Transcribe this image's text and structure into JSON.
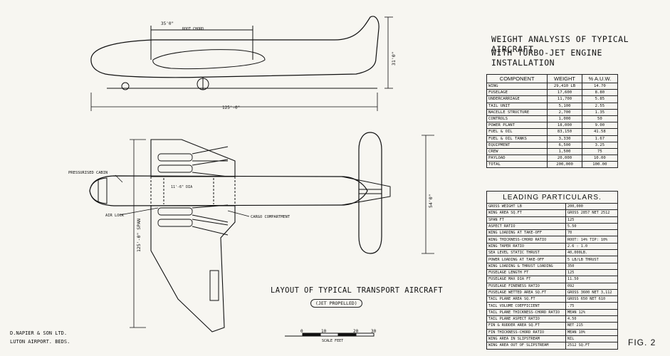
{
  "weight_analysis": {
    "title_line1": "WEIGHT ANALYSIS OF TYPICAL AIRCRAFT",
    "title_line2": "WITH TURBO-JET ENGINE INSTALLATION",
    "headers": [
      "COMPONENT",
      "WEIGHT",
      "% A.U.W."
    ],
    "rows": [
      [
        "WING",
        "29,410 LB",
        "14.70"
      ],
      [
        "FUSELAGE",
        "17,600",
        "8.80"
      ],
      [
        "UNDERCARRIAGE",
        "11,700",
        "5.85"
      ],
      [
        "TAIL UNIT",
        "5,100",
        "2.55"
      ],
      [
        "NACELLE STRUCTURE",
        "2,700",
        "1.35"
      ],
      [
        "CONTROLS",
        "1,000",
        "50"
      ],
      [
        "POWER PLANT",
        "18,000",
        "9.00"
      ],
      [
        "FUEL & OIL",
        "83,150",
        "41.58"
      ],
      [
        "FUEL & OIL TANKS",
        "3,330",
        "1.67"
      ],
      [
        "EQUIPMENT",
        "6,500",
        "3.25"
      ],
      [
        "CREW",
        "1,500",
        "75"
      ],
      [
        "PAYLOAD",
        "20,000",
        "10.00"
      ],
      [
        "TOTAL",
        "200,000",
        "100.00"
      ]
    ]
  },
  "leading_particulars": {
    "title": "LEADING PARTICULARS.",
    "rows": [
      [
        "GROSS WEIGHT LB",
        "200,000"
      ],
      [
        "WING AREA SQ.FT",
        "GROSS 2857  NET 2512"
      ],
      [
        "SPAN FT",
        "125"
      ],
      [
        "ASPECT RATIO",
        "5.50"
      ],
      [
        "WING LOADING AT TAKE-OFF",
        "70"
      ],
      [
        "WING THICKNESS-CHORD RATIO",
        "ROOT: 14% TIP: 10%"
      ],
      [
        "WING TAPER RATIO",
        "2.6 : 1.0"
      ],
      [
        "SEA LEVEL STATIC THRUST",
        "40,000LB."
      ],
      [
        "POWER LOADING AT TAKE-OFF",
        "5 LB/LB THRUST"
      ],
      [
        "WING LOADING & THRUST LOADING",
        "350"
      ],
      [
        "FUSELAGE LENGTH FT",
        "125"
      ],
      [
        "FUSELAGE MAX DIA FT",
        "11.50"
      ],
      [
        "FUSELAGE FINENESS RATIO",
        "092"
      ],
      [
        "FUSELAGE WETTED AREA SQ.FT",
        "GROSS 3600  NET 3,112"
      ],
      [
        "TAIL PLANE AREA SQ.FT",
        "GROSS 650  NET 610"
      ],
      [
        "TAIL VOLUME COEFFICIENT",
        ".75"
      ],
      [
        "TAIL PLANE THICKNESS-CHORD RATIO",
        "MEAN 12%"
      ],
      [
        "TAIL PLANE ASPECT RATIO",
        "4.50"
      ],
      [
        "FIN & RUDDER AREA SQ.FT",
        "NET  215"
      ],
      [
        "FIN THICKNESS-CHORD RATIO",
        "MEAN 10%"
      ],
      [
        "WING AREA IN SLIPSTREAM",
        "NIL"
      ],
      [
        "WING AREA OUT OF SLIPSTREAM",
        "2512 SQ.FT"
      ]
    ]
  },
  "drawing": {
    "root_chord_value": "35'0\"",
    "root_chord_label": "ROOT CHORD",
    "height_label": "31'0\"",
    "length_label": "125'-0\"",
    "fuselage_dia": "11'-6\" DIA",
    "tailspan_label": "54'0\"",
    "span_label": "125'-0\" SPAN",
    "pressurised_cabin": "PRESSURISED CABIN",
    "air_lock": "AIR LOCK",
    "cargo_compartment": "CARGO COMPARTMENT",
    "layout_title": "LAYOUT OF TYPICAL TRANSPORT AIRCRAFT",
    "layout_subtitle": "(JET PROPELLED)",
    "scale_ticks": [
      "0",
      "10",
      "20",
      "30"
    ],
    "scale_label": "SCALE  FEET"
  },
  "maker_line1": "D.NAPIER & SON LTD.",
  "maker_line2": "LUTON AIRPORT. BEDS.",
  "figure_label": "FIG. 2"
}
